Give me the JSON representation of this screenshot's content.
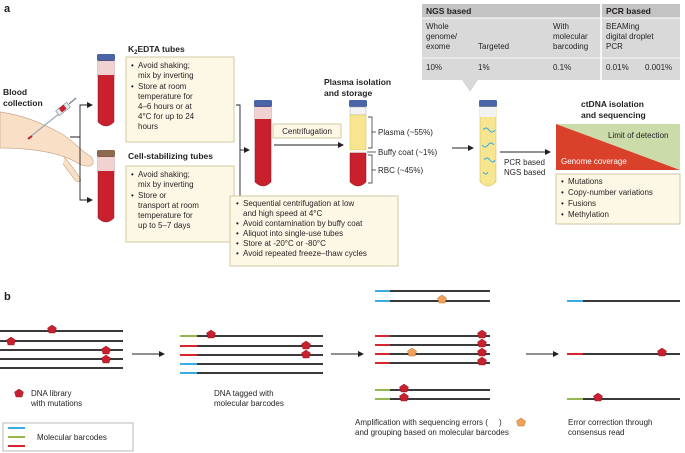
{
  "panel_a": {
    "label": "a",
    "blood_collection": [
      "Blood",
      "collection"
    ],
    "k2edta": {
      "title_prefix": "K",
      "title_sub": "2",
      "title_suffix": "EDTA tubes",
      "bullet1": [
        "Avoid shaking;",
        "mix by inverting"
      ],
      "bullet2": [
        "Store at room",
        "temperature for",
        "4–6 hours or at",
        "4°C for up to 24",
        "hours"
      ]
    },
    "stabilizing": {
      "title": "Cell-stabilizing tubes",
      "bullet1": [
        "Avoid shaking;",
        "mix by inverting"
      ],
      "bullet2": [
        "Store or",
        "transport at room",
        "temperature for",
        "up to 5–7 days"
      ]
    },
    "centrifugation": "Centrifugation",
    "plasma_title": [
      "Plasma isolation",
      "and storage"
    ],
    "layers": {
      "plasma": "Plasma (~55%)",
      "buffy": "Buffy coat (~1%)",
      "rbc": "RBC (~45%)"
    },
    "storage_bullets": [
      [
        "Sequential centrifugation at low",
        "and high speed at 4°C"
      ],
      [
        "Avoid contamination by buffy coat"
      ],
      [
        "Aliquot into single-use tubes"
      ],
      [
        "Store at -20°C or -80°C"
      ],
      [
        "Avoid repeated freeze–thaw cycles"
      ]
    ],
    "pcr_ngs": [
      "PCR based",
      "NGS based"
    ],
    "table": {
      "ngs_header": "NGS based",
      "pcr_header": "PCR based",
      "whole_genome": [
        "Whole",
        "genome/",
        "exome"
      ],
      "targeted": "Targeted",
      "molecular": [
        "With",
        "molecular",
        "barcoding"
      ],
      "beaming": [
        "BEAMing",
        "digital droplet",
        "PCR"
      ],
      "values": [
        "10%",
        "1%",
        "0.1%",
        "0.01%",
        "0.001%"
      ]
    },
    "ctdna_title": [
      "ctDNA isolation",
      "and sequencing"
    ],
    "limit_of_detection": "Limit of detection",
    "genome_coverage": "Genome coverage",
    "seq_bullets": [
      "Mutations",
      "Copy-number variations",
      "Fusions",
      "Methylation"
    ]
  },
  "panel_b": {
    "label": "b",
    "step1_caption": [
      "DNA library",
      "with mutations"
    ],
    "step2_caption": [
      "DNA tagged with",
      "molecular barcodes"
    ],
    "step3_caption_part1": "Amplification with sequencing errors (",
    "step3_caption_part2": ")",
    "step3_caption_line2": "and grouping based on molecular barcodes",
    "step4_caption": [
      "Error correction through",
      "consensus read"
    ],
    "legend_title": "Molecular barcodes"
  },
  "colors": {
    "blood": "#c8202d",
    "plasma": "#f7e68f",
    "table_bg": "#d9d9d9",
    "note_bg": "#fdf8e6",
    "barcode_blue": "#3aace4",
    "barcode_green": "#94b84e",
    "barcode_red": "#d8262e",
    "mutation": "#c8202d",
    "error": "#f1a25a",
    "genome_coverage": "#d9412b",
    "limit_detection": "#cbdcaa"
  }
}
